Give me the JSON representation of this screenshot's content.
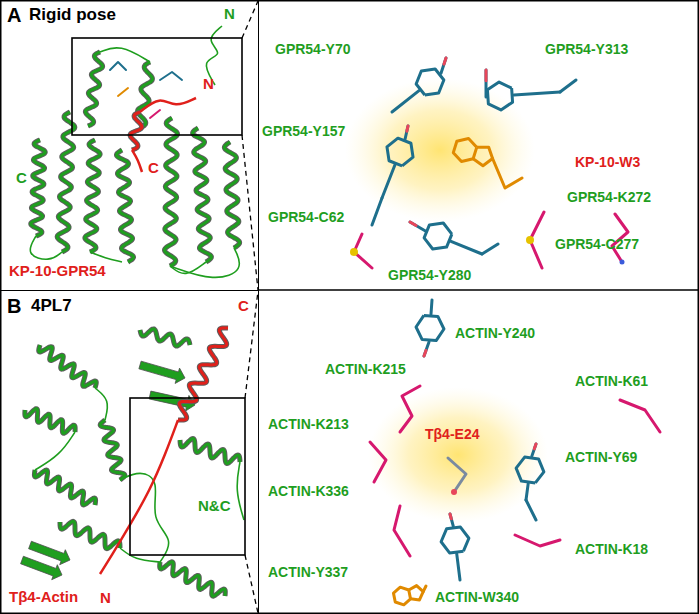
{
  "diagram": {
    "nodes": [
      {
        "text": [
          "A",
          "Rigid pose",
          "KP-10-GPR54"
        ]
      },
      {
        "text": [
          "B",
          "4PL7",
          "Tβ4-Actin"
        ]
      }
    ],
    "labels": [
      "N",
      "N",
      "C",
      "C",
      "GPR54-Y70",
      "GPR54-Y313",
      "GPR54-Y157",
      "KP-10-W3",
      "GPR54-K272",
      "GPR54-C62",
      "GPR54-C277",
      "GPR54-Y280",
      "C",
      "N&C",
      "N",
      "ACTIN-Y240",
      "ACTIN-K215",
      "ACTIN-K61",
      "ACTIN-K213",
      "Tβ4-E24",
      "ACTIN-Y69",
      "ACTIN-K336",
      "ACTIN-K18",
      "ACTIN-Y337",
      "ACTIN-W340"
    ]
  }
}
